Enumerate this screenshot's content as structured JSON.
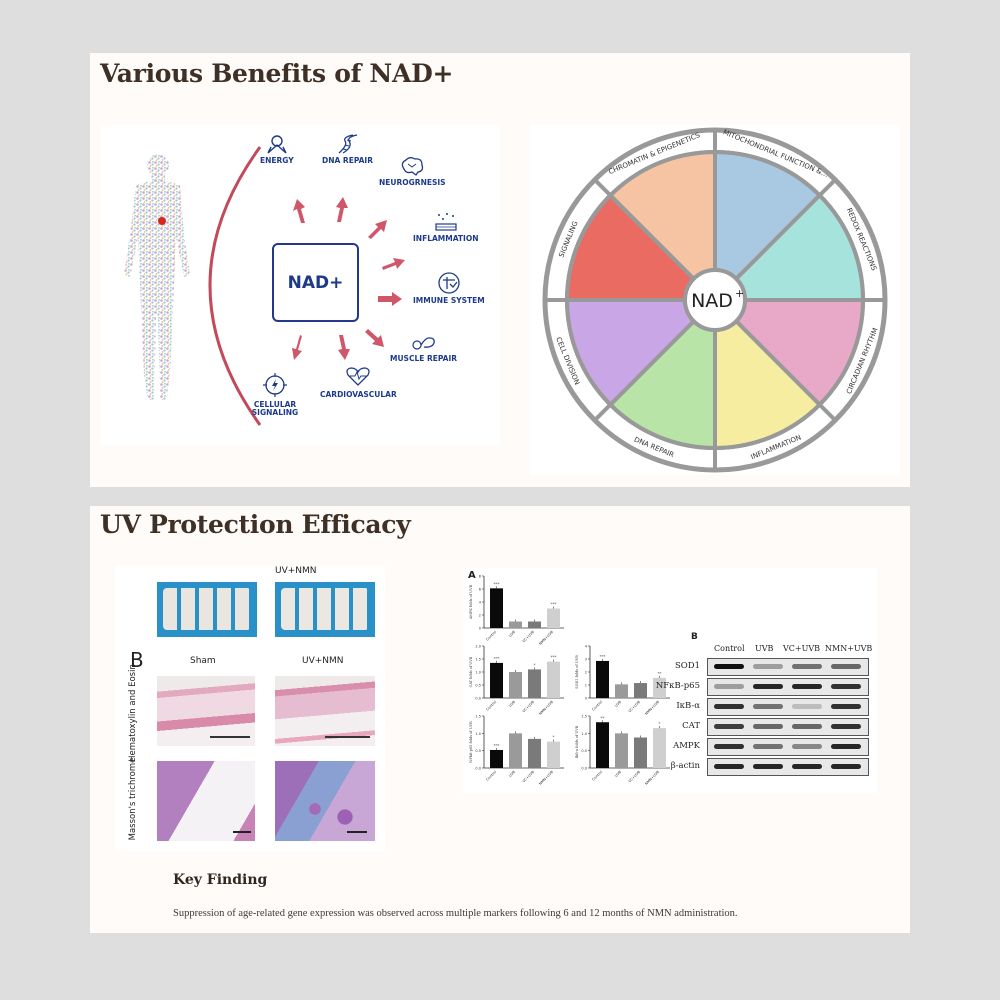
{
  "sections": [
    {
      "title": "Various Benefits of NAD+",
      "figure_left": {
        "center_label": "NAD+",
        "benefits": [
          {
            "label": "ENERGY",
            "icon": "energy-icon"
          },
          {
            "label": "DNA REPAIR",
            "icon": "dna-icon"
          },
          {
            "label": "NEUROGRNESIS",
            "icon": "brain-icon"
          },
          {
            "label": "INFLAMMATION",
            "icon": "inflammation-icon"
          },
          {
            "label": "IMMUNE SYSTEM",
            "icon": "immune-icon"
          },
          {
            "label": "MUSCLE REPAIR",
            "icon": "muscle-icon"
          },
          {
            "label": "CARDIOVASCULAR",
            "icon": "heart-icon"
          },
          {
            "label": "CELLULAR SIGNALING",
            "icon": "lightning-icon"
          }
        ],
        "colors": {
          "text": "#1d3a8a",
          "arrow": "#d0576a",
          "arc": "#c24a5a"
        }
      },
      "figure_right": {
        "center_label": "NAD",
        "center_superscript": "+",
        "segments": [
          {
            "label": "MITOCHONDRIAL FUNCTION & METABOLISM",
            "color": "#a9c8e2"
          },
          {
            "label": "REDOX REACTIONS",
            "color": "#a6e3dd"
          },
          {
            "label": "CIRCADIAN RHYTHM",
            "color": "#e8a8c8"
          },
          {
            "label": "INFLAMMATION",
            "color": "#f6eda0"
          },
          {
            "label": "DNA REPAIR",
            "color": "#b8e4a8"
          },
          {
            "label": "CELL DIVISION",
            "color": "#c9a6e6"
          },
          {
            "label": "SIGNALING",
            "color": "#ea6b62"
          },
          {
            "label": "CHROMATIN & EPIGENETICS",
            "color": "#f6c4a2"
          }
        ]
      }
    },
    {
      "title": "UV Protection Efficacy",
      "histology": {
        "top_label": "UV+NMN",
        "panel_letter": "B",
        "columns": [
          "Sham",
          "UV+NMN"
        ],
        "rows": [
          "Hematoxylin and Eosin",
          "Masson's trichrome"
        ]
      },
      "bar_panels": {
        "panel_letter": "A",
        "categories": [
          "Control",
          "UVB",
          "VC+UVB",
          "NMN+UVB"
        ],
        "charts": [
          {
            "ylabel": "AMPK folds of UVB",
            "yticks": [
              "0",
              "2",
              "4",
              "6",
              "8"
            ],
            "ymax": 8,
            "values": [
              6.1,
              1.0,
              1.0,
              3.0
            ],
            "sig": [
              "***",
              "",
              "",
              "***"
            ]
          },
          {
            "ylabel": "CAT folds of UVB",
            "yticks": [
              "0.0",
              "0.5",
              "1.0",
              "1.5",
              "2.0"
            ],
            "ymax": 2.0,
            "values": [
              1.35,
              1.0,
              1.1,
              1.4
            ],
            "sig": [
              "***",
              "",
              "*",
              "***"
            ]
          },
          {
            "ylabel": "SOD1 folds of UVB",
            "yticks": [
              "0",
              "1",
              "2",
              "3",
              "4"
            ],
            "ymax": 4,
            "values": [
              2.85,
              1.05,
              1.15,
              1.55
            ],
            "sig": [
              "***",
              "",
              "",
              "**"
            ]
          },
          {
            "ylabel": "NFkB-p65 folds of UVB",
            "yticks": [
              "0.0",
              "0.5",
              "1.0",
              "1.5"
            ],
            "ymax": 1.5,
            "values": [
              0.52,
              1.0,
              0.84,
              0.76
            ],
            "sig": [
              "***",
              "",
              "",
              "*"
            ]
          },
          {
            "ylabel": "IkB-a folds of UVB",
            "yticks": [
              "0.0",
              "0.5",
              "1.0",
              "1.5"
            ],
            "ymax": 1.5,
            "values": [
              1.32,
              1.0,
              0.88,
              1.15
            ],
            "sig": [
              "**",
              "",
              "",
              "*"
            ]
          }
        ],
        "bar_colors": [
          "#0a0a0a",
          "#9a9a9a",
          "#7a7a7a",
          "#cfcfcf"
        ]
      },
      "western_blot": {
        "panel_letter": "B",
        "columns": [
          "Control",
          "UVB",
          "VC+UVB",
          "NMN+UVB"
        ],
        "rows": [
          {
            "label": "SOD1",
            "intensity": [
              1.0,
              0.35,
              0.55,
              0.6
            ]
          },
          {
            "label": "NFκB-p65",
            "intensity": [
              0.35,
              0.9,
              0.9,
              0.85
            ]
          },
          {
            "label": "IκB-α",
            "intensity": [
              0.85,
              0.55,
              0.2,
              0.85
            ]
          },
          {
            "label": "CAT",
            "intensity": [
              0.8,
              0.6,
              0.6,
              0.85
            ]
          },
          {
            "label": "AMPK",
            "intensity": [
              0.85,
              0.55,
              0.45,
              0.9
            ]
          },
          {
            "label": "β-actin",
            "intensity": [
              0.9,
              0.9,
              0.9,
              0.9
            ]
          }
        ]
      },
      "key_finding": {
        "title": "Key Finding",
        "text": "Suppression of age-related gene expression was observed across multiple markers following 6 and 12 months of NMN administration."
      }
    }
  ]
}
